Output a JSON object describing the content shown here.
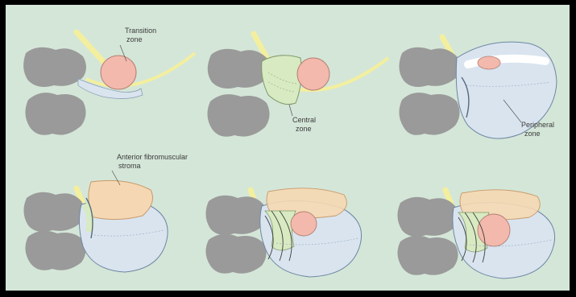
{
  "figure": {
    "background": "#d4e6d8",
    "colors": {
      "stone_gray": "#9a9a9a",
      "capsule_blue": "#d9e4ef",
      "transition_zone": "#f2b9ac",
      "central_zone": "#d8eac1",
      "fibromuscular_stroma": "#f5d8b3",
      "urethra_yellow": "#f3ef9e"
    },
    "panels": [
      {
        "label": "Transition\nzone"
      },
      {
        "label": "Central\nzone"
      },
      {
        "label": "Peripheral\nzone"
      },
      {
        "label": "Anterior fibromuscular\nstroma"
      },
      {
        "label": ""
      },
      {
        "label": ""
      }
    ]
  }
}
